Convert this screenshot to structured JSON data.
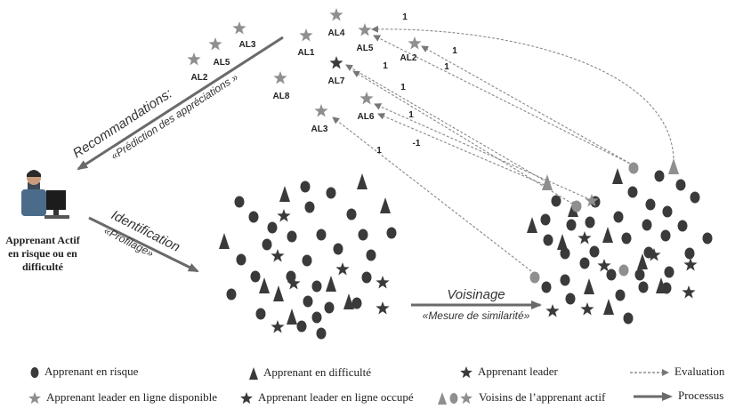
{
  "actor": {
    "lines": [
      "Apprenant Actif",
      "en risque ou en",
      "difficulté"
    ],
    "icon": "user-computer-icon"
  },
  "arrows": {
    "recommendations": {
      "title": "Recommandations:",
      "subtitle": "«Prédiction des appréciations »"
    },
    "identification": {
      "title": "Identification",
      "subtitle": "«Profilage»"
    },
    "voisinage": {
      "title": "Voisinage",
      "subtitle": "«Mesure de similarité»"
    }
  },
  "recommended_labels": [
    "AL2",
    "AL5",
    "AL3"
  ],
  "stars": [
    {
      "id": "AL4",
      "color": "#8f8f8f"
    },
    {
      "id": "AL1",
      "color": "#8f8f8f"
    },
    {
      "id": "AL5",
      "color": "#8f8f8f"
    },
    {
      "id": "AL2",
      "color": "#8f8f8f"
    },
    {
      "id": "AL7",
      "color": "#3a3a3a"
    },
    {
      "id": "AL8",
      "color": "#8f8f8f"
    },
    {
      "id": "AL6",
      "color": "#8f8f8f"
    },
    {
      "id": "AL3",
      "color": "#8f8f8f"
    }
  ],
  "evaluations": [
    "1",
    "1",
    "1",
    "1",
    "1",
    "1",
    "-1",
    "1"
  ],
  "colors": {
    "dark": "#3a3a3a",
    "light": "#8f8f8f",
    "arrow": "#6a6a6a"
  },
  "legend": [
    {
      "icon": "dark-circle-icon",
      "label": "Apprenant en risque"
    },
    {
      "icon": "dark-triangle-icon",
      "label": "Apprenant en difficulté"
    },
    {
      "icon": "dark-star-icon",
      "label": "Apprenant leader"
    },
    {
      "icon": "dashed-arrow-icon",
      "label": "Evaluation"
    },
    {
      "icon": "light-star-icon",
      "label": "Apprenant leader en ligne disponible"
    },
    {
      "icon": "dark-star-icon",
      "label": "Apprenant leader en ligne occupé"
    },
    {
      "icon": "neighbor-icon",
      "label": "Voisins de l’apprenant actif"
    },
    {
      "icon": "solid-arrow-icon",
      "label": "Processus"
    }
  ]
}
